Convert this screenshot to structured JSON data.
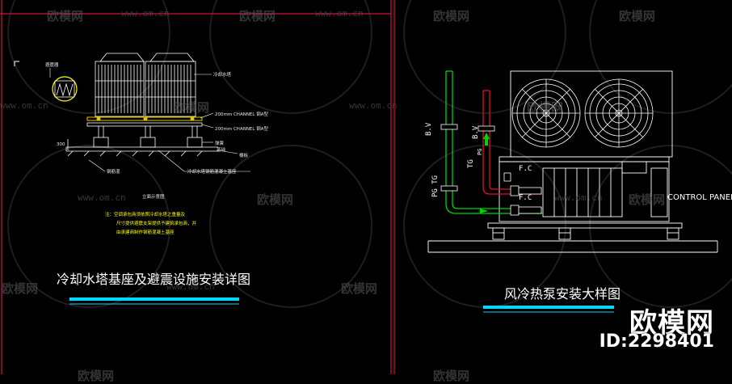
{
  "watermark": {
    "brand_text": "欧模网",
    "url_text": "www.om.cn"
  },
  "left_drawing": {
    "title": "冷却水塔基座及避震设施安装详图",
    "labels": {
      "top_left": "避震器",
      "top_right": "冷却水塔",
      "channel_1": "200mm CHANNEL 钢A型",
      "channel_2": "200mm CHANNEL 钢A型",
      "spring": "弹簧",
      "floor": "楼板",
      "base": "基础",
      "bottom_left": "钢筋混",
      "bottom_right": "冷却水塔钢筋混凝土基座",
      "dim": "300",
      "section_caption": "立面示意图"
    },
    "notes": [
      "注：空调承包商须依照冷却水塔之重量及",
      "尺寸提供避震支架提供予建筑承包商，并",
      "由承建商制作钢筋混凝土基座"
    ]
  },
  "right_drawing": {
    "title": "风冷热泵安装大样图",
    "labels": {
      "bv_left": "B.V",
      "bv_right": "B.V",
      "tg": "TG",
      "pg": "PG",
      "tg_pg": "PG TG",
      "fc_top": "F.C",
      "fc_bottom": "F.C",
      "control_panel": "CONTROL PANEL"
    }
  },
  "brand_overlay": {
    "name": "欧模网",
    "id": "ID:2298401"
  },
  "colors": {
    "background": "#000000",
    "frame_line": "#d0103a",
    "underline": "#00d8ff",
    "pipe_green": "#00d400",
    "pipe_red": "#e0102a",
    "drawing_white": "#ffffff",
    "annotation_yellow": "#ffff00",
    "beam_yellow": "#e0c800"
  }
}
